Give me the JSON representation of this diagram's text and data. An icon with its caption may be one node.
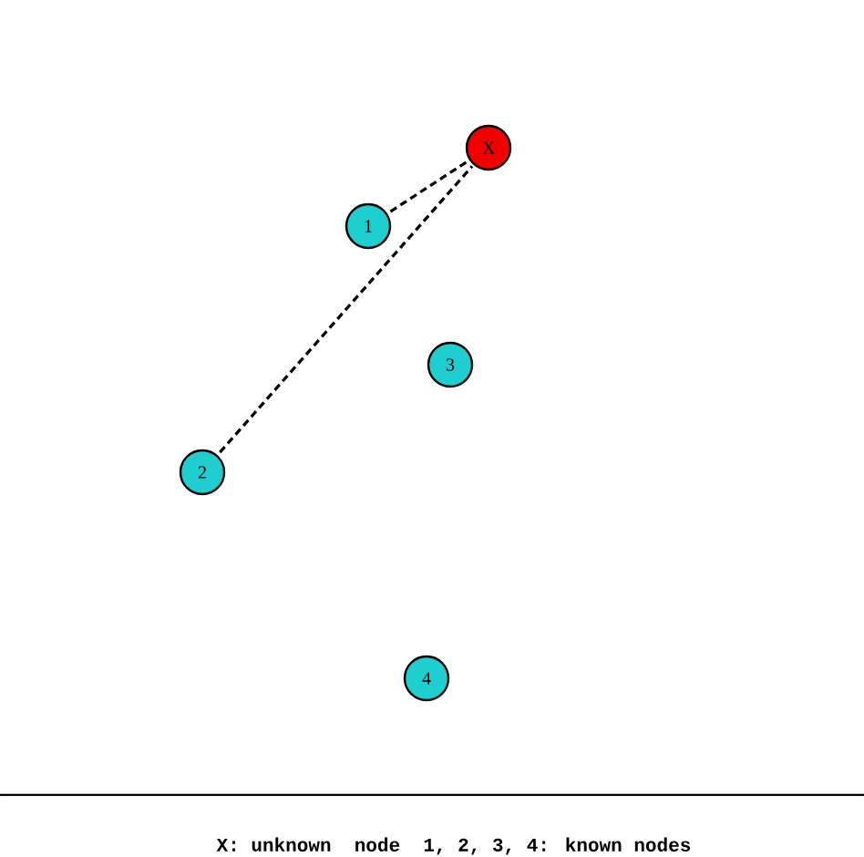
{
  "diagram": {
    "caption": "X: unknown  node  1, 2, 3, 4: known nodes",
    "nodes": [
      {
        "text": [
          "X"
        ]
      },
      {
        "text": [
          "1"
        ]
      },
      {
        "text": [
          "2"
        ]
      },
      {
        "text": [
          "3"
        ]
      },
      {
        "text": [
          "4"
        ]
      }
    ],
    "edges": [
      {
        "from": 1,
        "to": 0,
        "arrow": "none",
        "style": "dashed"
      },
      {
        "from": 2,
        "to": 0,
        "arrow": "none",
        "style": "dashed"
      }
    ]
  }
}
